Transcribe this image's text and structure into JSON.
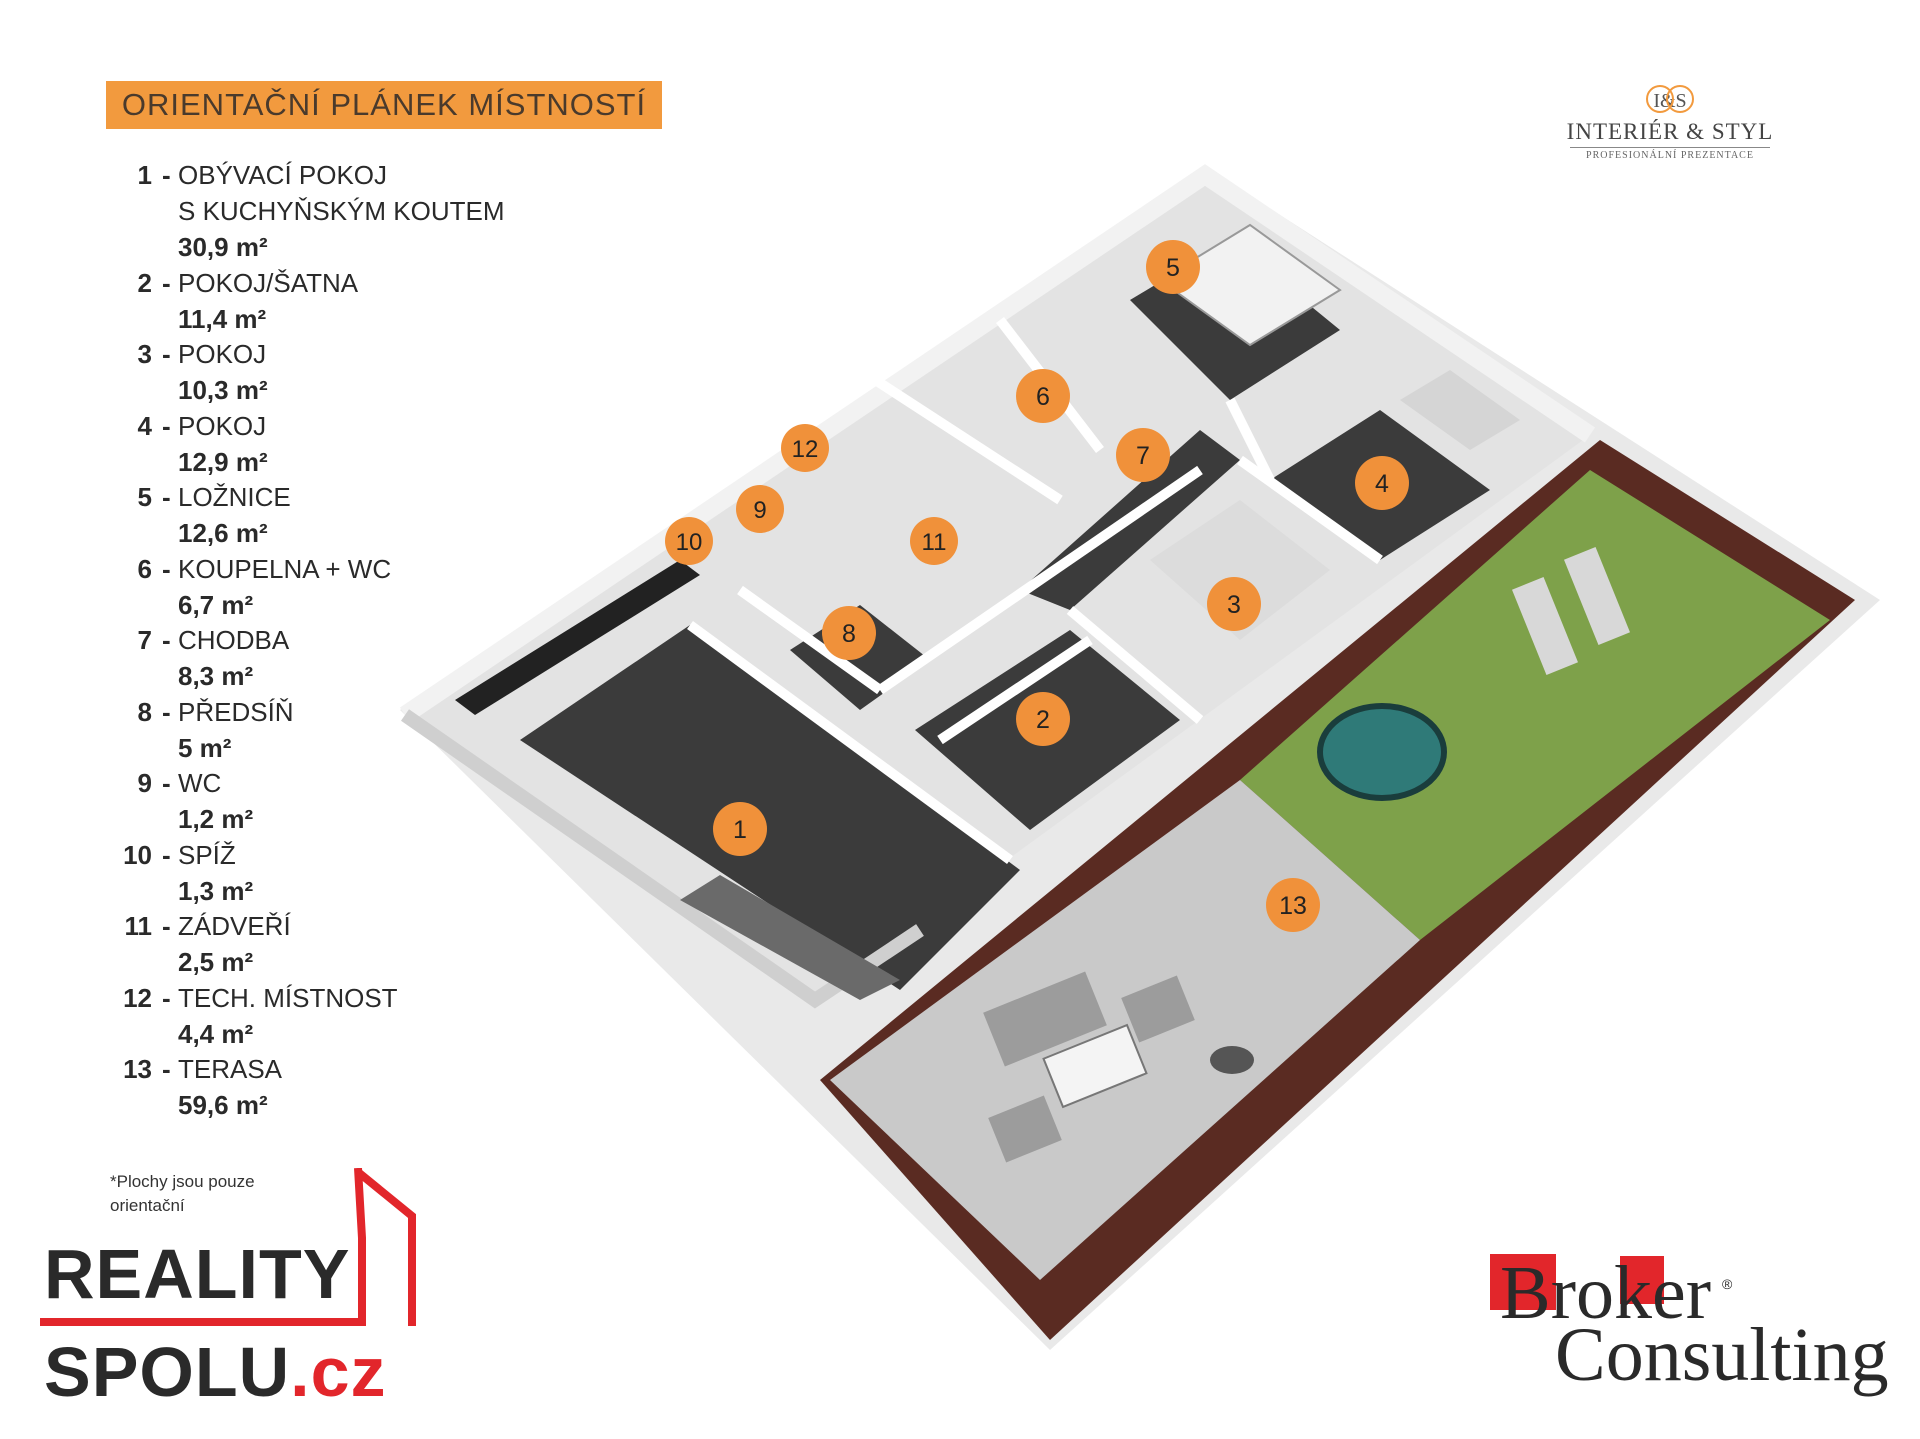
{
  "title": "ORIENTAČNÍ PLÁNEK MÍSTNOSTÍ",
  "rooms": [
    {
      "num": "1",
      "dash": "-",
      "name": "OBÝVACÍ POKOJ",
      "name2": "S KUCHYŇSKÝM KOUTEM",
      "area": "30,9 m²"
    },
    {
      "num": "2",
      "dash": "-",
      "name": "POKOJ/ŠATNA",
      "area": "11,4 m²"
    },
    {
      "num": "3",
      "dash": "-",
      "name": "POKOJ",
      "area": "10,3 m²"
    },
    {
      "num": "4",
      "dash": "-",
      "name": "POKOJ",
      "area": "12,9 m²"
    },
    {
      "num": "5",
      "dash": "-",
      "name": "LOŽNICE",
      "area": "12,6 m²"
    },
    {
      "num": "6",
      "dash": "-",
      "name": "KOUPELNA + WC",
      "area": "6,7 m²"
    },
    {
      "num": "7",
      "dash": "-",
      "name": "CHODBA",
      "area": "8,3 m²"
    },
    {
      "num": "8",
      "dash": "-",
      "name": "PŘEDSÍŇ",
      "area": "5 m²"
    },
    {
      "num": "9",
      "dash": "-",
      "name": "WC",
      "area": "1,2 m²"
    },
    {
      "num": "10",
      "dash": "-",
      "name": "SPÍŽ",
      "area": "1,3 m²"
    },
    {
      "num": "11",
      "dash": "-",
      "name": "ZÁDVEŘÍ",
      "area": "2,5 m²"
    },
    {
      "num": "12",
      "dash": "-",
      "name": "TECH. MÍSTNOST",
      "area": "4,4 m²"
    },
    {
      "num": "13",
      "dash": "-",
      "name": "TERASA",
      "area": "59,6 m²"
    }
  ],
  "note": [
    "*Plochy jsou pouze",
    "orientační"
  ],
  "markers": [
    "1",
    "2",
    "3",
    "4",
    "5",
    "6",
    "7",
    "8",
    "9",
    "10",
    "11",
    "12",
    "13"
  ],
  "logo_is": {
    "mono": "I&S",
    "brand": "INTERIÉR & STYL",
    "sub": "PROFESIONÁLNÍ PREZENTACE"
  },
  "logo_reality": {
    "line1": "REALITY",
    "line2": "SPOLU",
    "tld": ".cz"
  },
  "logo_broker": {
    "line1": "Broker",
    "line2": "Consulting",
    "reg": "®"
  },
  "colors": {
    "accent": "#f29a3e",
    "marker": "#f0913a",
    "lawn": "#7ea14a",
    "terrace": "#c7c7c7",
    "floor": "#3b3b3b",
    "fence": "#5a2b22",
    "reality_red": "#e2262b"
  }
}
